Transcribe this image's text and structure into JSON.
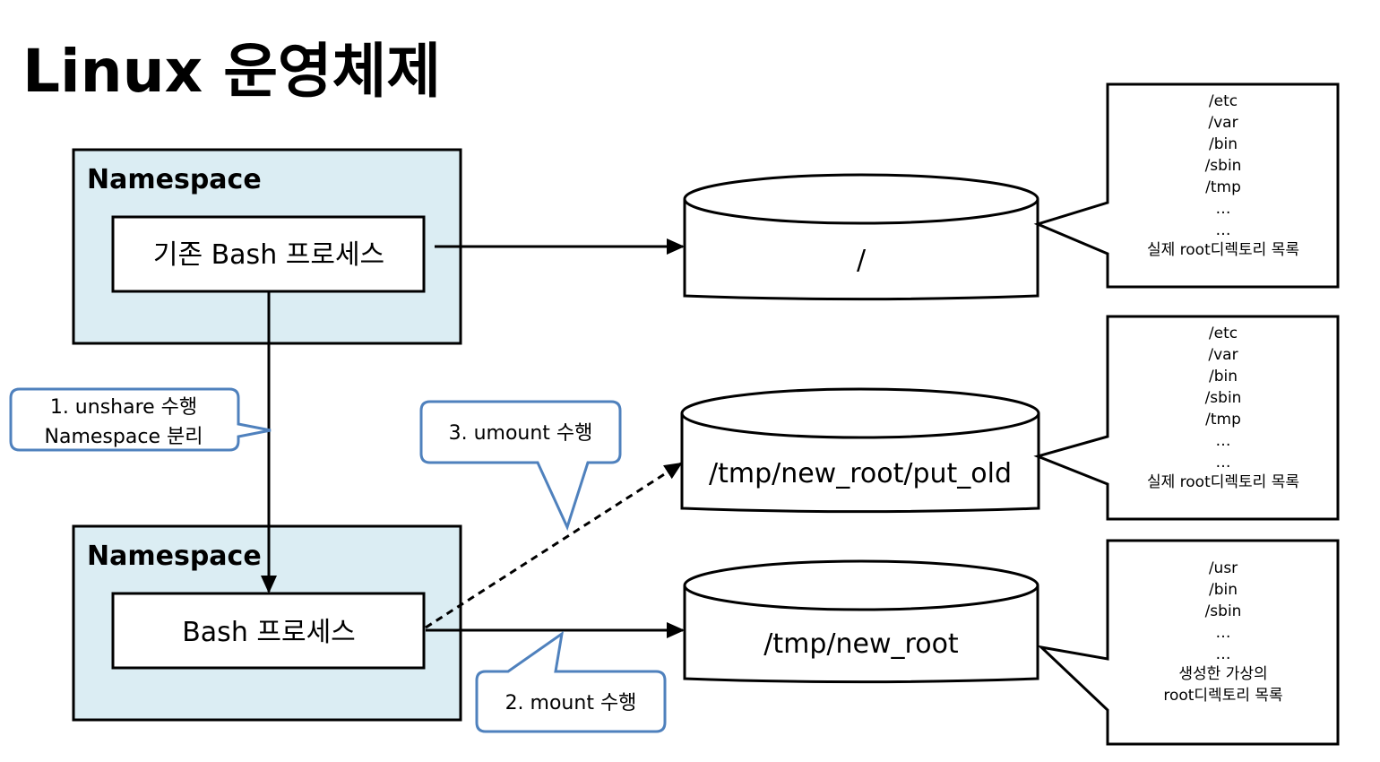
{
  "title": "Linux 운영체제",
  "namespaces": [
    {
      "label": "Namespace",
      "process": "기존 Bash 프로세스"
    },
    {
      "label": "Namespace",
      "process": "Bash 프로세스"
    }
  ],
  "disks": [
    {
      "label": "/"
    },
    {
      "label": "/tmp/new_root/put_old"
    },
    {
      "label": "/tmp/new_root"
    }
  ],
  "callouts": {
    "unshare": {
      "line1": "1. unshare 수행",
      "line2": "Namespace 분리"
    },
    "mount": {
      "text": "2. mount 수행"
    },
    "umount": {
      "text": "3. umount 수행"
    }
  },
  "notes": [
    {
      "lines": [
        "/etc",
        "/var",
        "/bin",
        "/sbin",
        "/tmp",
        "…",
        "…",
        "실제 root디렉토리 목록"
      ]
    },
    {
      "lines": [
        "/etc",
        "/var",
        "/bin",
        "/sbin",
        "/tmp",
        "…",
        "…",
        "실제 root디렉토리 목록"
      ]
    },
    {
      "lines": [
        "/usr",
        "/bin",
        "/sbin",
        "…",
        "…",
        "생성한 가상의",
        "root디렉토리 목록"
      ]
    }
  ],
  "colors": {
    "namespace_fill": "#dbedf3",
    "callout_border": "#4f81bd",
    "stroke": "#000000"
  }
}
